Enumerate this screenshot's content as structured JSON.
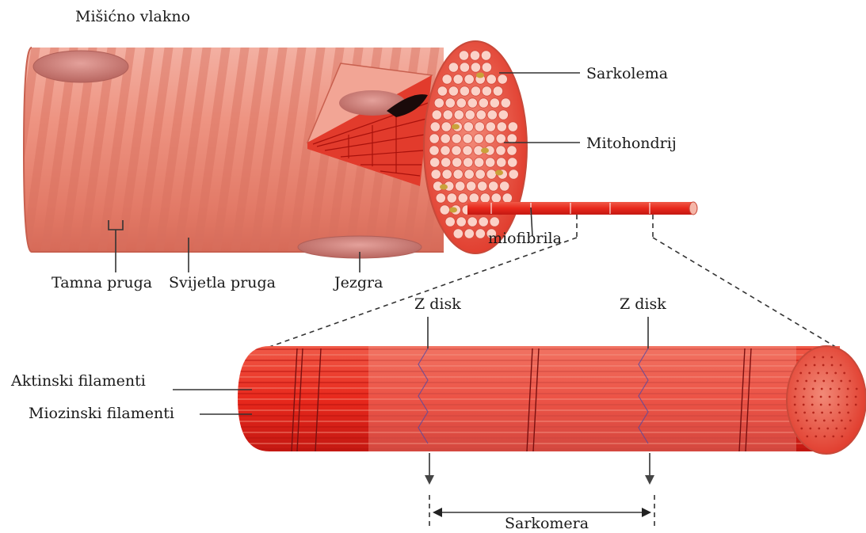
{
  "labels": {
    "muscle_fiber": "Mišićno vlakno",
    "sarcolemma": "Sarkolema",
    "mitochondrion": "Mitohondrij",
    "myofibril": "miofibrila",
    "dark_band": "Tamna pruga",
    "light_band": "Svijetla pruga",
    "nucleus": "Jezgra",
    "z_disc_left": "Z disk",
    "z_disc_right": "Z disk",
    "actin": "Aktinski filamenti",
    "myosin": "Miozinski filamenti",
    "sarcomere": "Sarkomera"
  },
  "colors": {
    "fiber_body": "#ec8a78",
    "fiber_stripe": "#d9705f",
    "fiber_end": "#e65a4a",
    "myofibril_red": "#e8241c",
    "myofibril_dark": "#b81410",
    "filament_light": "#f2a090",
    "mito_gold": "#c9a23a",
    "nucleus": "#c97a74"
  }
}
